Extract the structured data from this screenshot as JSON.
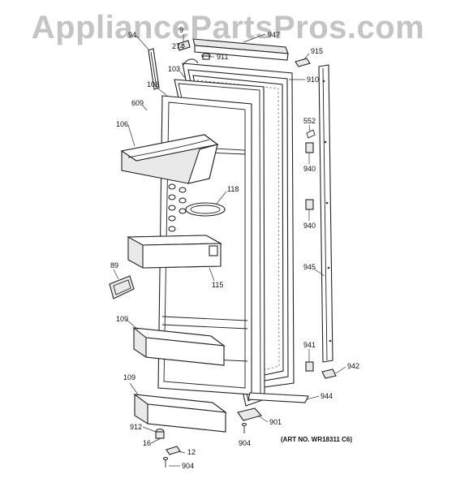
{
  "watermark": "AppliancePartsPros.com",
  "art_number": "(ART NO. WR18311 C6)",
  "part_labels": {
    "p94": "94",
    "p9x": "9",
    "p947": "947",
    "p274": "274",
    "p911": "911",
    "p915": "915",
    "p103": "103",
    "p910": "910",
    "p108": "108",
    "p609": "609",
    "p552": "552",
    "p106": "106",
    "p940a": "940",
    "p118": "118",
    "p940b": "940",
    "p89": "89",
    "p945": "945",
    "p115": "115",
    "p109a": "109",
    "p941": "941",
    "p942": "942",
    "p109b": "109",
    "p944": "944",
    "p901": "901",
    "p912": "912",
    "p16": "16",
    "p12": "12",
    "p904a": "904",
    "p904b": "904"
  }
}
